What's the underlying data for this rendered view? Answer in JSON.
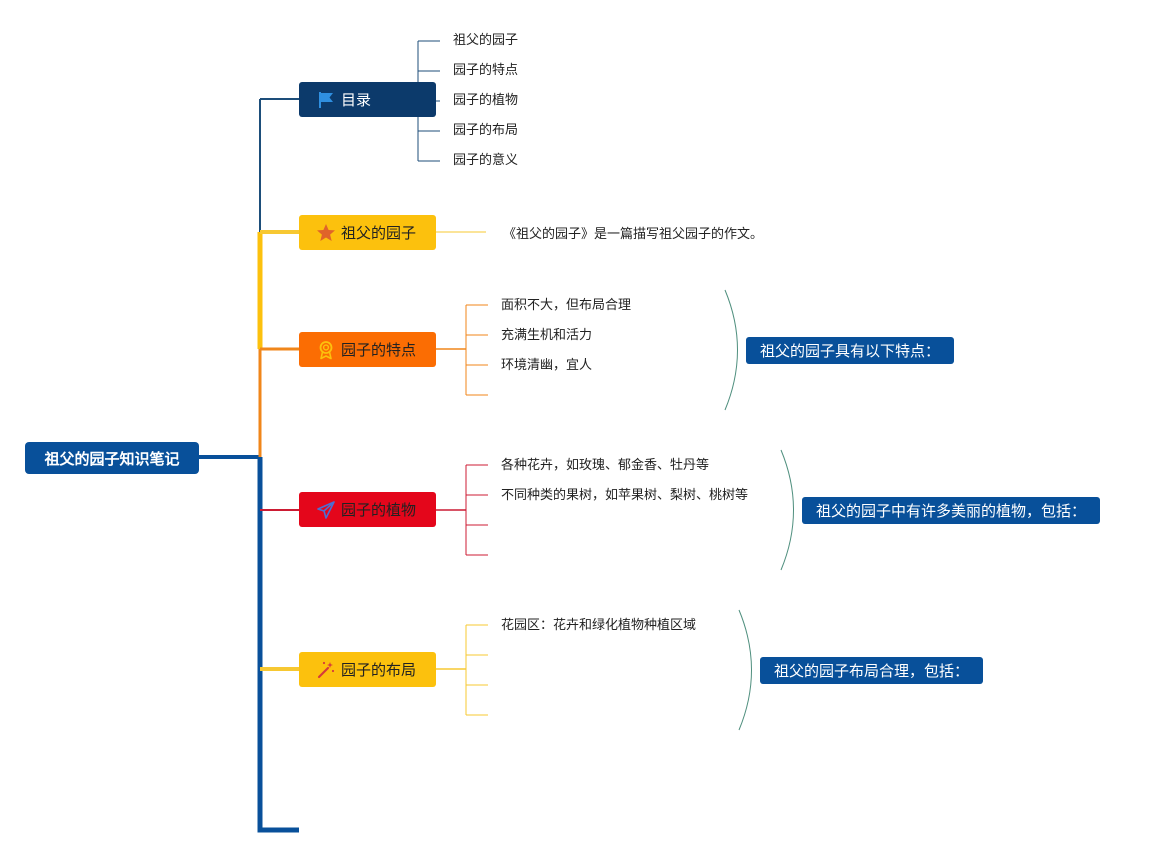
{
  "root": {
    "label": "祖父的园子知识笔记",
    "color": "#08509a"
  },
  "topics": [
    {
      "label": "目录",
      "icon": "flag-icon",
      "bg": "#0c3a6b",
      "fg": "#ffffff",
      "line": "#1d4e7a",
      "items": [
        "祖父的园子",
        "园子的特点",
        "园子的植物",
        "园子的布局",
        "园子的意义"
      ]
    },
    {
      "label": "祖父的园子",
      "icon": "star-icon",
      "bg": "#fcc10d",
      "fg": "#222222",
      "line": "#f7c832",
      "description": "《祖父的园子》是一篇描写祖父园子的作文。"
    },
    {
      "label": "园子的特点",
      "icon": "award-icon",
      "bg": "#fb6d03",
      "fg": "#222222",
      "line": "#f0861a",
      "items": [
        "面积不大，但布局合理",
        "充满生机和活力",
        "环境清幽，宜人",
        ""
      ],
      "summary": "祖父的园子具有以下特点："
    },
    {
      "label": "园子的植物",
      "icon": "paper-plane-icon",
      "bg": "#e4061b",
      "fg": "#222222",
      "line": "#cc1b33",
      "items": [
        "各种花卉，如玫瑰、郁金香、牡丹等",
        "不同种类的果树，如苹果树、梨树、桃树等",
        "",
        ""
      ],
      "summary": "祖父的园子中有许多美丽的植物，包括："
    },
    {
      "label": "园子的布局",
      "icon": "magic-wand-icon",
      "bg": "#fcc10d",
      "fg": "#222222",
      "line": "#f7c832",
      "items": [
        "花园区：花卉和绿化植物种植区域",
        "",
        "",
        ""
      ],
      "summary": "祖父的园子布局合理，包括："
    }
  ],
  "bracket_color": "#4f8f7e",
  "trunk_colors": {
    "top": "#1d4e7a",
    "yellow": "#fcc10d",
    "orange": "#f0861a",
    "red": "#cc1b33",
    "bottom": "#08509a"
  }
}
